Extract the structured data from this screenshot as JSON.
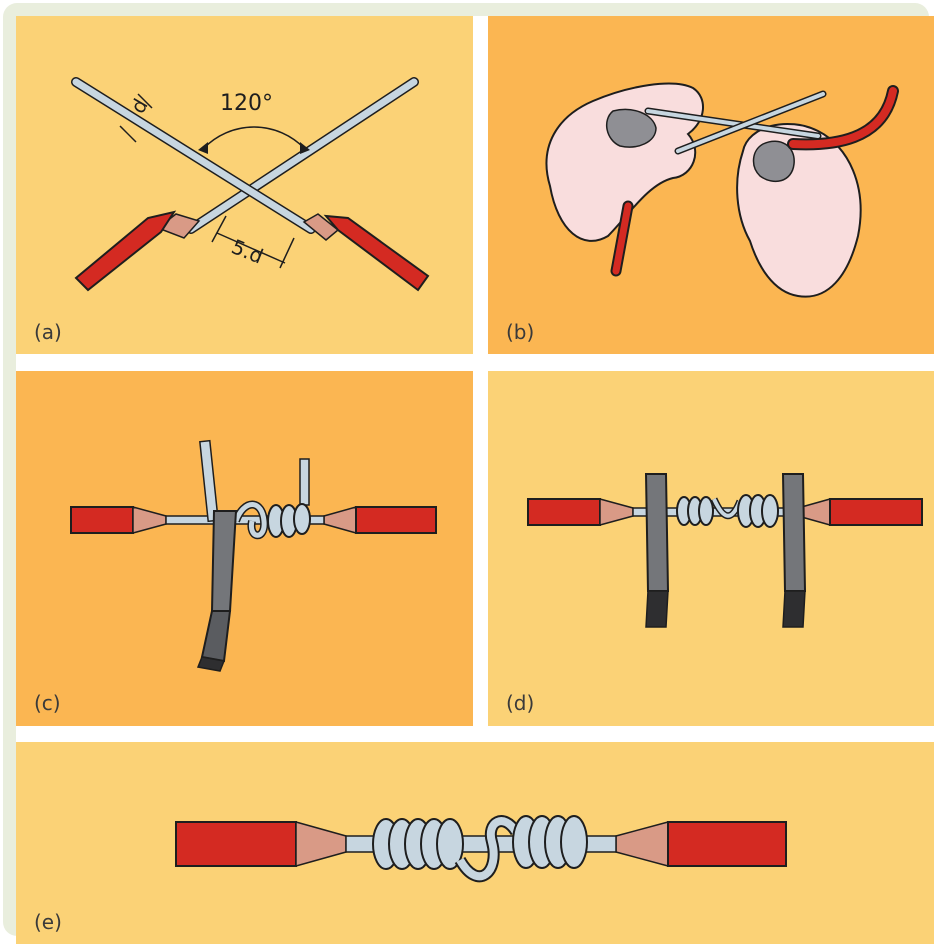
{
  "figure": {
    "panels": [
      {
        "id": "a",
        "label": "(a)"
      },
      {
        "id": "b",
        "label": "(b)"
      },
      {
        "id": "c",
        "label": "(c)"
      },
      {
        "id": "d",
        "label": "(d)"
      },
      {
        "id": "e",
        "label": "(e)"
      }
    ],
    "annotations": {
      "angle": "120°",
      "diameter": "d",
      "length": "5.d"
    }
  },
  "colors": {
    "panel_light": "#fbd276",
    "panel_dark": "#fbb652",
    "insulation": "#d42a22",
    "strands": "#d99a86",
    "wire": "#c7d6e0",
    "pliers": "#74767a",
    "hand": "#f9dddd",
    "outline": "#1e1e1e"
  }
}
